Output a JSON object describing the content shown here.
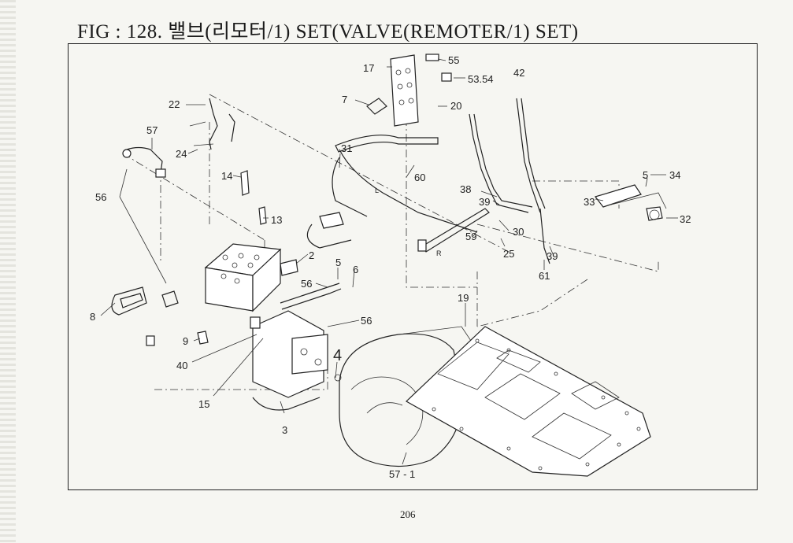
{
  "title": "FIG : 128. 밸브(리모터/1) SET(VALVE(REMOTER/1) SET)",
  "page_number": "206",
  "callouts": {
    "c55": "55",
    "c17": "17",
    "c5354": "53.54",
    "c42": "42",
    "c7": "7",
    "c20": "20",
    "c22": "22",
    "c57": "57",
    "c24": "24",
    "c31": "31",
    "c60": "60",
    "c14": "14",
    "c56a": "56",
    "c13": "13",
    "c38": "38",
    "c39a": "39",
    "c34": "34",
    "c5a": "5",
    "c33": "33",
    "c32": "32",
    "c30": "30",
    "c59": "59",
    "c25": "25",
    "c39b": "39",
    "c61": "61",
    "c2": "2",
    "c5b": "5",
    "c6": "6",
    "c56b": "56",
    "c19": "19",
    "c8": "8",
    "c56c": "56",
    "c9": "9",
    "c40": "40",
    "c4": "4",
    "c15": "15",
    "c3": "3",
    "c571": "57 - 1",
    "cR": "R",
    "cL": "L"
  }
}
